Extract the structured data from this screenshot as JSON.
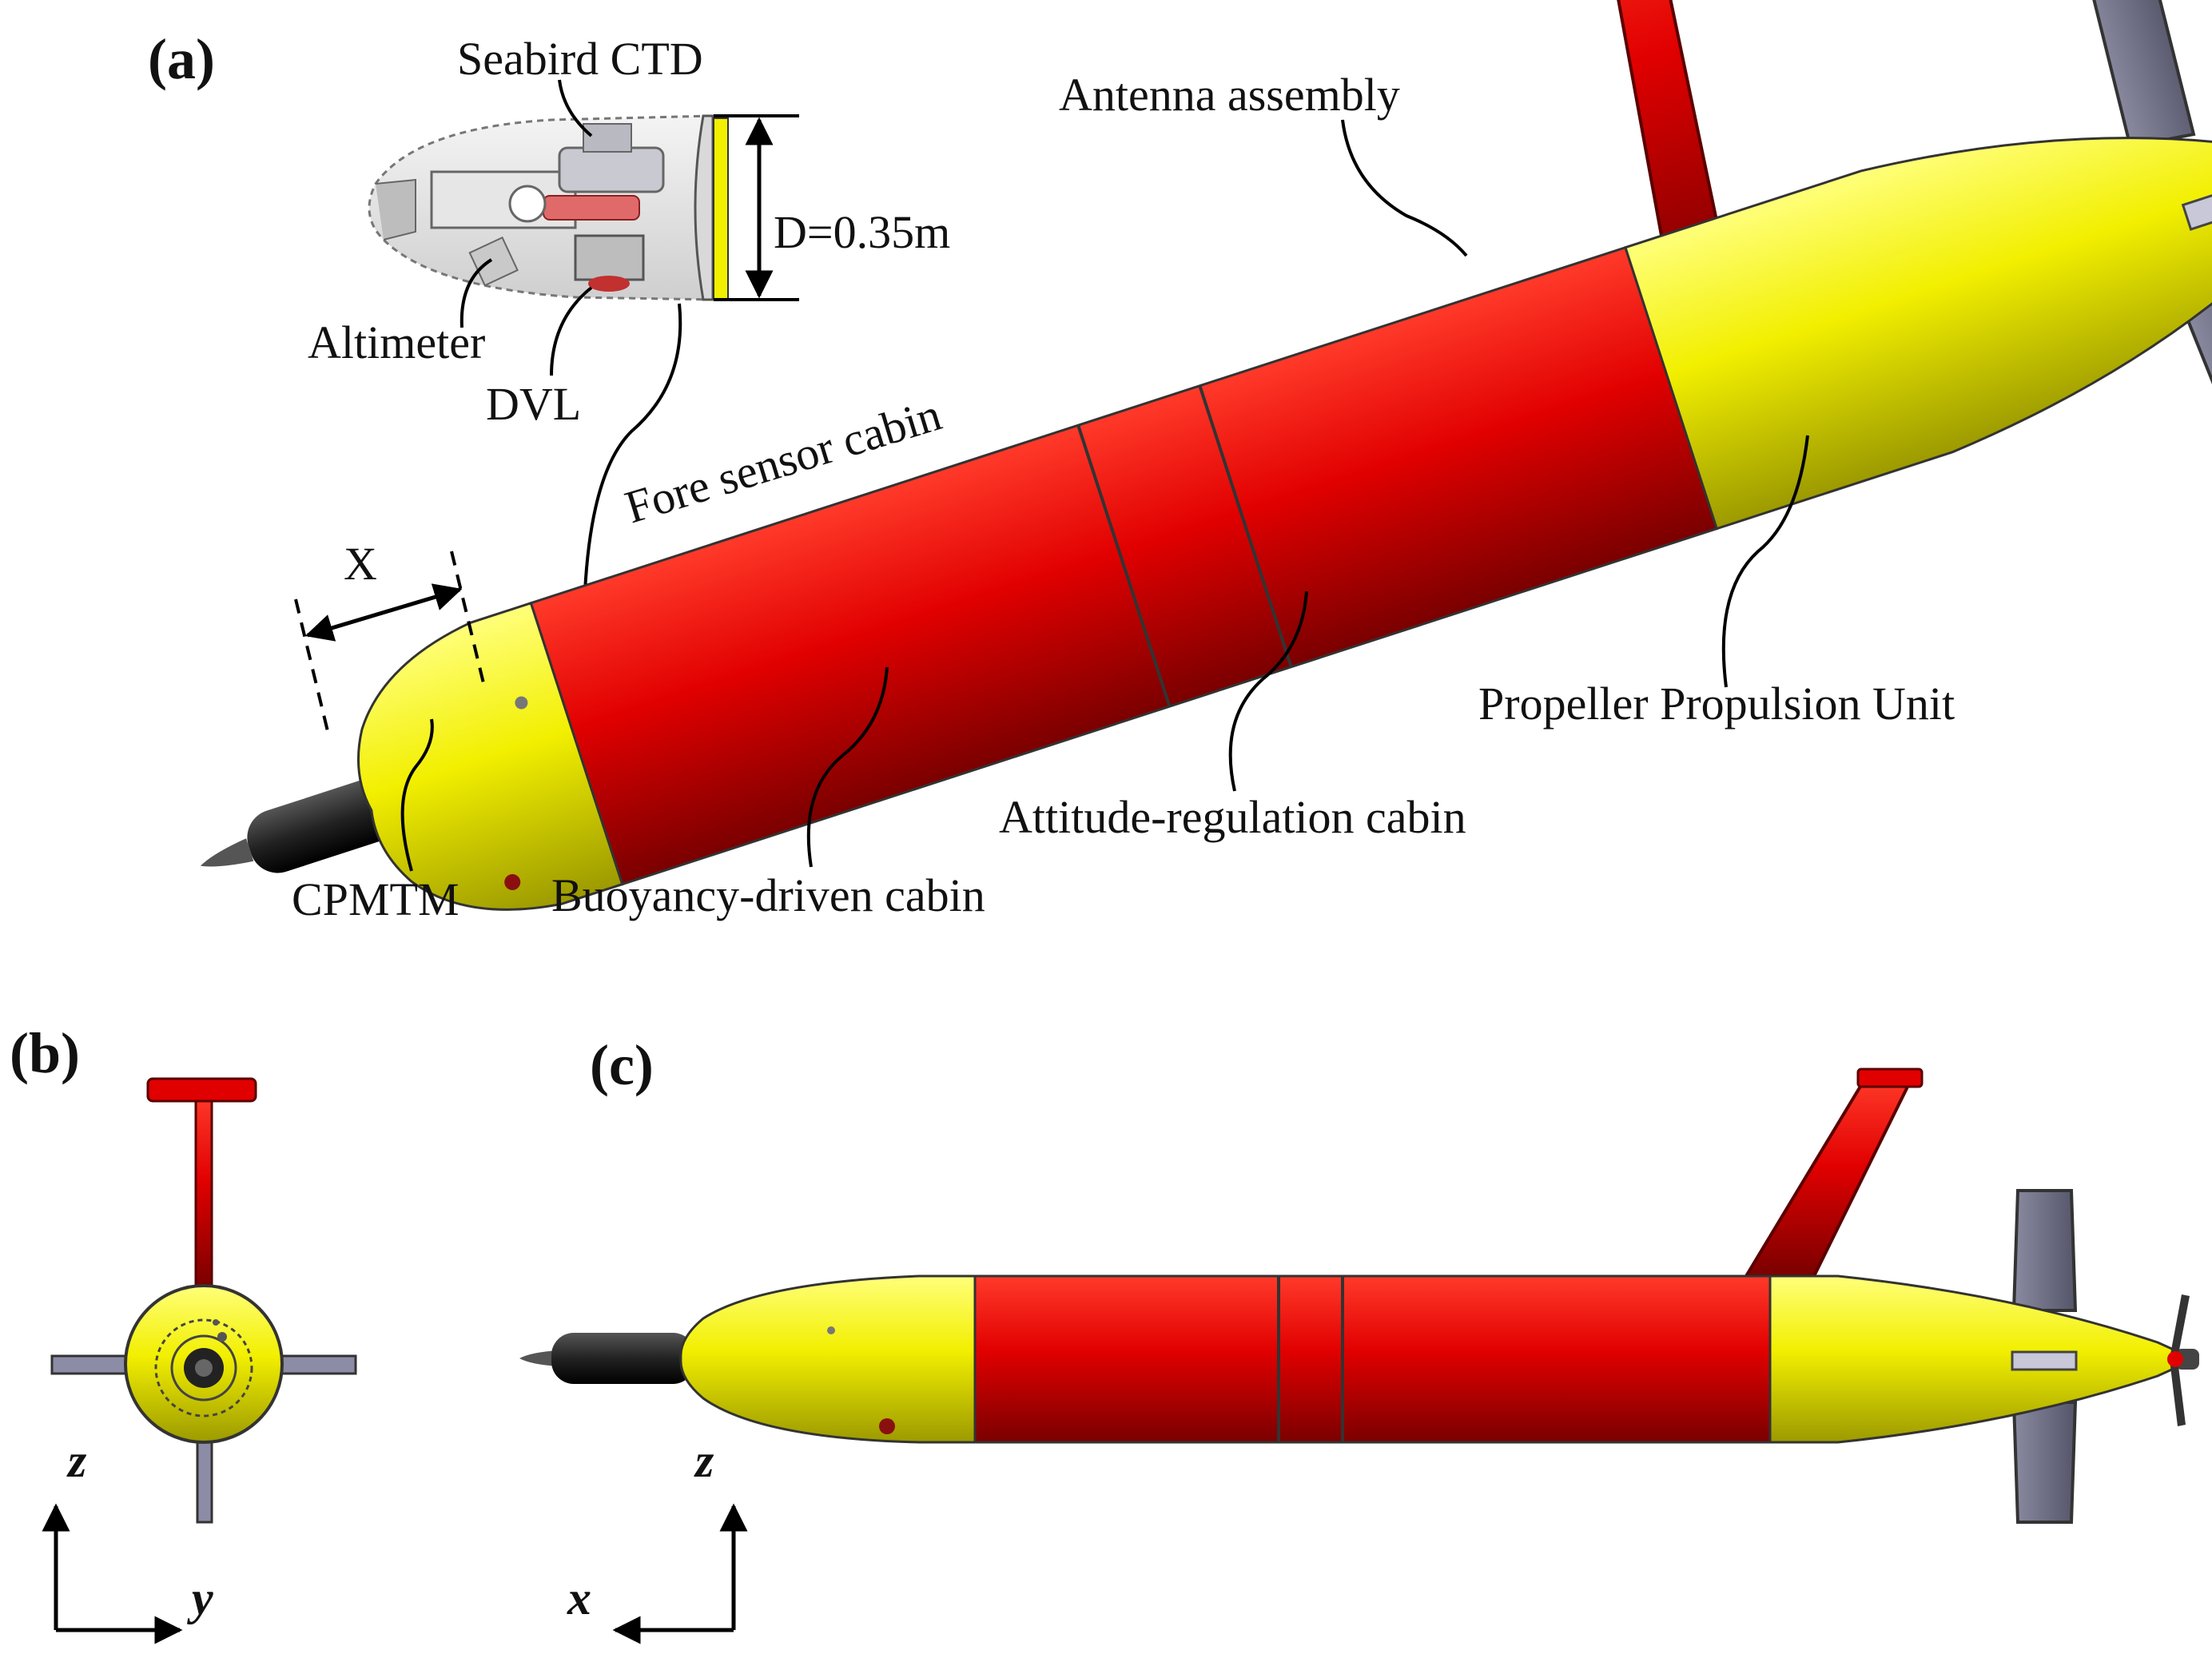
{
  "panels": {
    "a": "(a)",
    "b": "(b)",
    "c": "(c)"
  },
  "labels": {
    "seabird_ctd": "Seabird CTD",
    "antenna_assembly": "Antenna assembly",
    "diameter": "D=0.35m",
    "altimeter": "Altimeter",
    "dvl": "DVL",
    "fore_sensor_cabin": "Fore sensor cabin",
    "x_length": "X",
    "propeller_unit": "Propeller Propulsion Unit",
    "attitude_cabin": "Attitude-regulation cabin",
    "cpmtm": "CPMTM",
    "buoyancy_cabin": "Buoyancy-driven cabin"
  },
  "axes": {
    "b": {
      "vertical": "z",
      "horizontal": "y"
    },
    "c": {
      "vertical": "z",
      "horizontal": "x"
    }
  },
  "colors": {
    "hull_red": "#e10000",
    "hull_yellow": "#f2ef00",
    "fin_gray": "#6e6e86",
    "probe_black": "#222222"
  }
}
